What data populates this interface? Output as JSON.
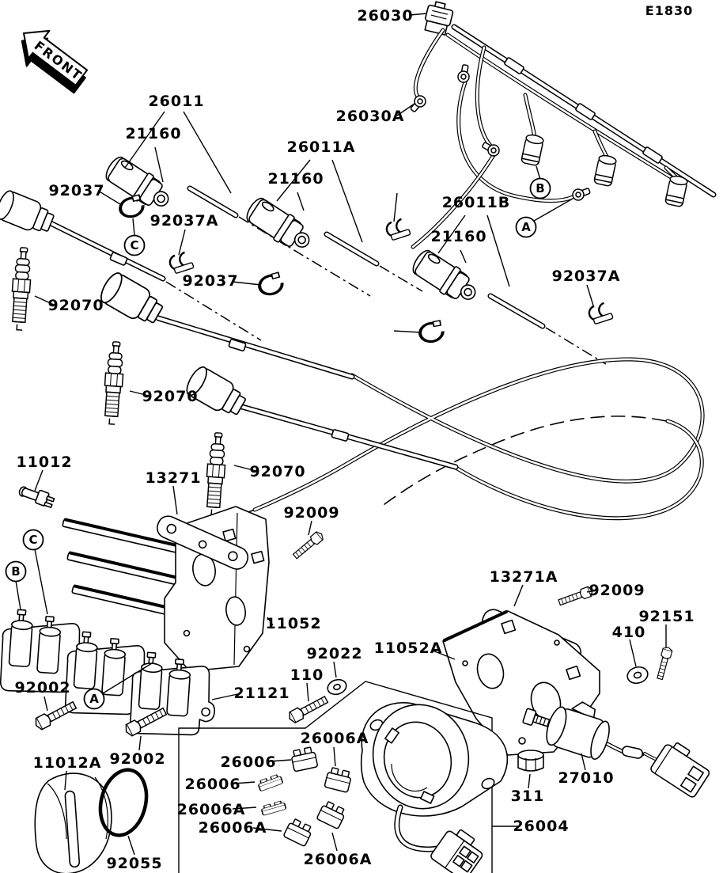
{
  "diagram": {
    "code": "E1830",
    "front_marker": "FRONT"
  },
  "ref_circles": [
    {
      "letter": "B"
    },
    {
      "letter": "A"
    },
    {
      "letter": "C"
    },
    {
      "letter": "C"
    },
    {
      "letter": "B"
    },
    {
      "letter": "A"
    }
  ],
  "labels": [
    {
      "id": "26030",
      "text": "26030"
    },
    {
      "id": "26030A",
      "text": "26030A"
    },
    {
      "id": "26011",
      "text": "26011"
    },
    {
      "id": "21160-1",
      "text": "21160"
    },
    {
      "id": "92037-1",
      "text": "92037"
    },
    {
      "id": "92037A-1",
      "text": "92037A"
    },
    {
      "id": "92037-2",
      "text": "92037"
    },
    {
      "id": "26011A",
      "text": "26011A"
    },
    {
      "id": "21160-2",
      "text": "21160"
    },
    {
      "id": "26011B",
      "text": "26011B"
    },
    {
      "id": "21160-3",
      "text": "21160"
    },
    {
      "id": "92037A-2",
      "text": "92037A"
    },
    {
      "id": "92070-1",
      "text": "92070"
    },
    {
      "id": "92070-2",
      "text": "92070"
    },
    {
      "id": "92070-3",
      "text": "92070"
    },
    {
      "id": "11012",
      "text": "11012"
    },
    {
      "id": "13271",
      "text": "13271"
    },
    {
      "id": "92009-1",
      "text": "92009"
    },
    {
      "id": "11052",
      "text": "11052"
    },
    {
      "id": "92002-1",
      "text": "92002"
    },
    {
      "id": "21121",
      "text": "21121"
    },
    {
      "id": "110",
      "text": "110"
    },
    {
      "id": "92022",
      "text": "92022"
    },
    {
      "id": "11052A",
      "text": "11052A"
    },
    {
      "id": "13271A",
      "text": "13271A"
    },
    {
      "id": "92009-2",
      "text": "92009"
    },
    {
      "id": "92151",
      "text": "92151"
    },
    {
      "id": "410",
      "text": "410"
    },
    {
      "id": "92002-2",
      "text": "92002"
    },
    {
      "id": "11012A",
      "text": "11012A"
    },
    {
      "id": "92055",
      "text": "92055"
    },
    {
      "id": "26006-1",
      "text": "26006"
    },
    {
      "id": "26006-2",
      "text": "26006"
    },
    {
      "id": "26006A-1",
      "text": "26006A"
    },
    {
      "id": "26006A-2",
      "text": "26006A"
    },
    {
      "id": "26006A-3",
      "text": "26006A"
    },
    {
      "id": "26006A-4",
      "text": "26006A"
    },
    {
      "id": "311",
      "text": "311"
    },
    {
      "id": "27010",
      "text": "27010"
    },
    {
      "id": "26004",
      "text": "26004"
    }
  ]
}
